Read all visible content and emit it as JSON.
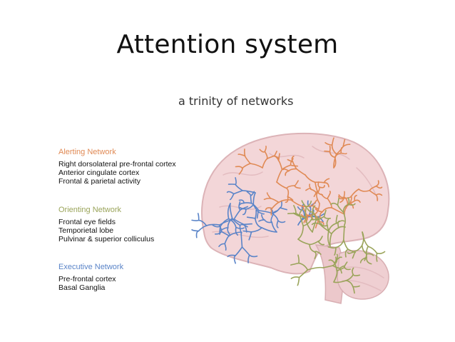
{
  "slide": {
    "title": "Attention system",
    "subtitle": "a trinity of networks"
  },
  "networks": [
    {
      "name": "Alerting Network",
      "color": "#e08a55",
      "items": [
        "Right dorsolateral pre-frontal cortex",
        "Anterior cingulate cortex",
        "Frontal & parietal activity"
      ]
    },
    {
      "name": "Orienting Network",
      "color": "#9aa45a",
      "items": [
        "Frontal eye fields",
        "Temporietal lobe",
        "Pulvinar & superior colliculus"
      ]
    },
    {
      "name": "Executive Network",
      "color": "#5a84c8",
      "items": [
        "Pre-frontal cortex",
        "Basal Ganglia"
      ]
    }
  ],
  "illustration": {
    "subject": "brain-sagittal-view",
    "fill_color": "#f3d6d8",
    "edge_color": "#dcb3b7"
  }
}
